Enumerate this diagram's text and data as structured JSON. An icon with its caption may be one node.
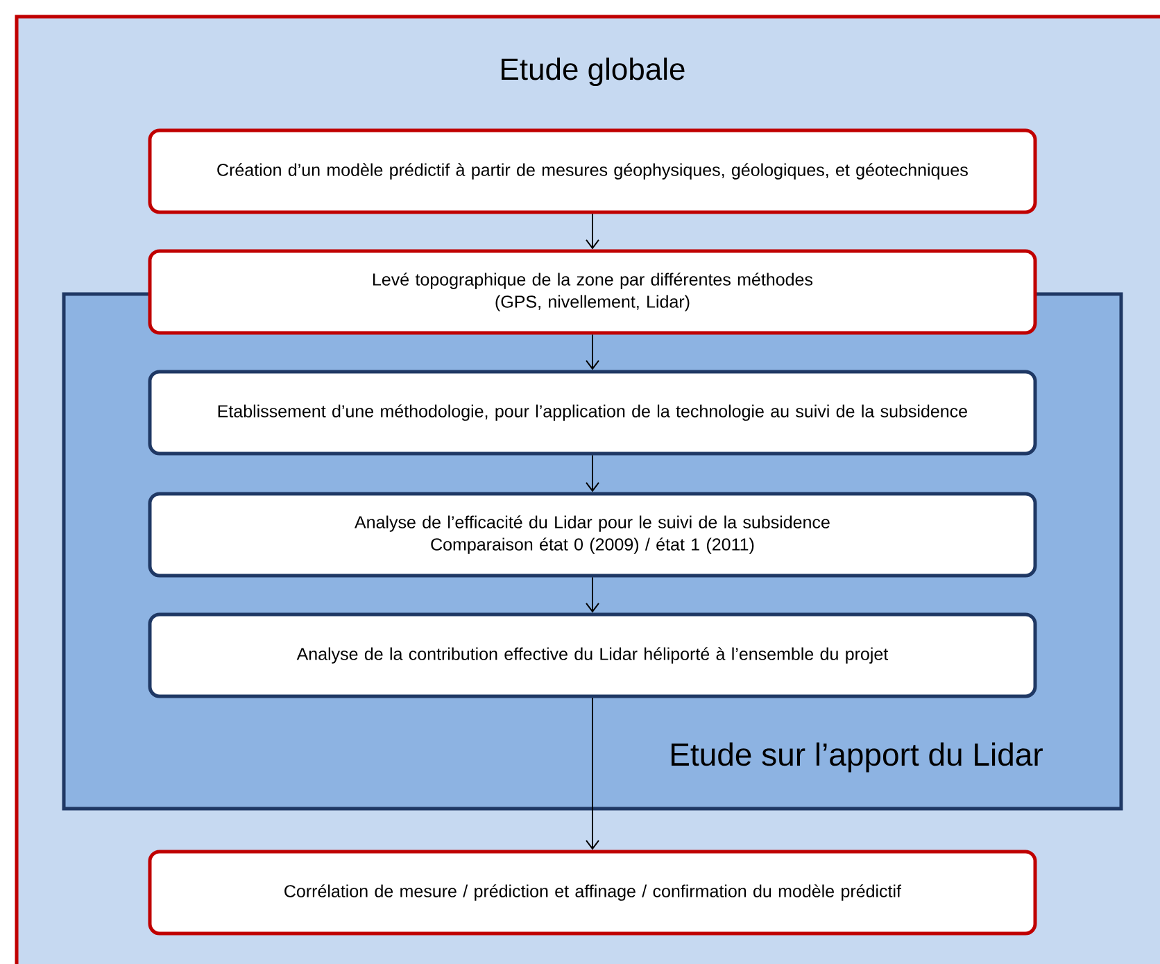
{
  "diagram": {
    "nodes": [
      {
        "text": [
          "Etude globale"
        ]
      },
      {
        "text": [
          "Création d’un modèle prédictif à partir de mesures géophysiques, géologiques, et géotechniques"
        ],
        "in": 0
      },
      {
        "text": [
          "Levé topographique de la zone par différentes méthodes",
          "(GPS, nivellement, Lidar)"
        ],
        "in": 0
      },
      {
        "text": [
          "Etude sur l’apport du Lidar"
        ],
        "in": 0
      },
      {
        "text": [
          "Etablissement d’une méthodologie, pour l’application de la technologie au suivi de la subsidence"
        ],
        "in": 3
      },
      {
        "text": [
          "Analyse de l’efficacité du Lidar pour le suivi de la subsidence",
          "Comparaison état 0 (2009) / état 1 (2011)"
        ],
        "in": 3
      },
      {
        "text": [
          "Analyse de la contribution effective du Lidar héliporté à l’ensemble du projet"
        ],
        "in": 3
      },
      {
        "text": [
          "Corrélation de mesure / prédiction et affinage / confirmation du modèle prédictif"
        ],
        "in": 0
      }
    ],
    "edges": [
      {
        "from": 1,
        "to": 2,
        "arrow": "to"
      },
      {
        "from": 2,
        "to": 4,
        "arrow": "to"
      },
      {
        "from": 4,
        "to": 5,
        "arrow": "to"
      },
      {
        "from": 5,
        "to": 6,
        "arrow": "to"
      },
      {
        "from": 6,
        "to": 7,
        "arrow": "to"
      }
    ]
  }
}
